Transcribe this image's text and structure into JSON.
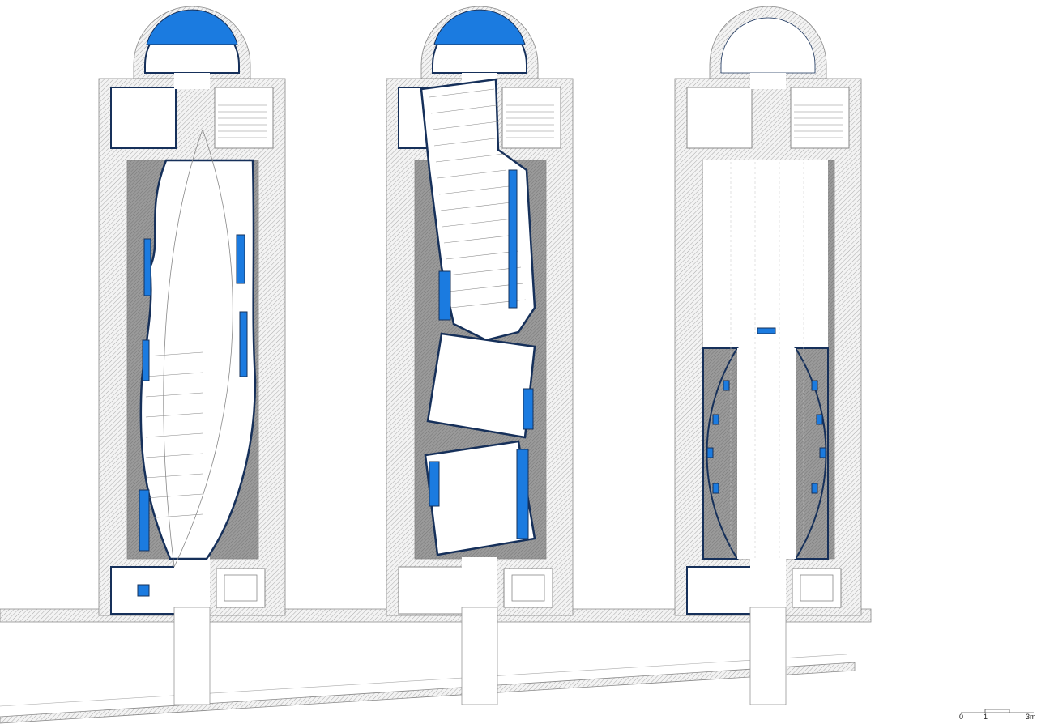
{
  "drawing": {
    "type": "architectural floor plan",
    "towers": [
      "plan-1",
      "plan-2",
      "plan-3"
    ],
    "colors": {
      "glass": "#1b7be0",
      "outline": "#16305a",
      "hatch": "#9a9a9a",
      "wall": "#e8e8e8",
      "line": "#888888"
    }
  },
  "scale_bar": {
    "labels": [
      "0",
      "1",
      "3m"
    ]
  }
}
